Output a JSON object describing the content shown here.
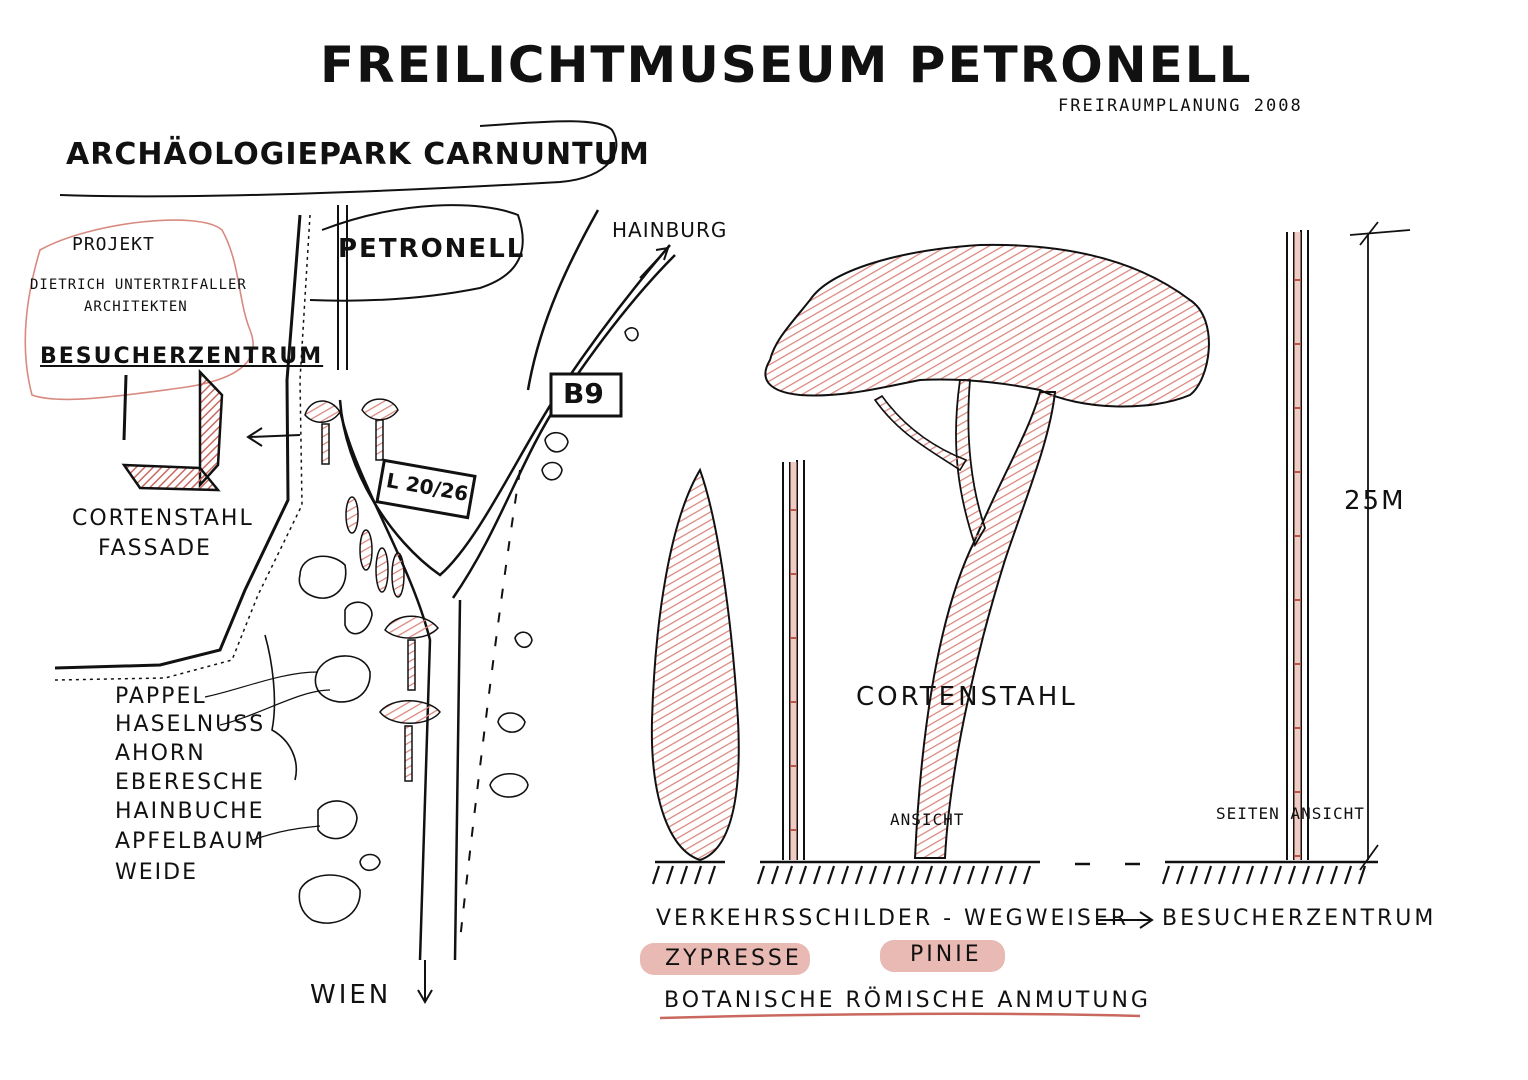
{
  "title": "FREILICHTMUSEUM PETRONELL",
  "subtitle": "FREIRAUMPLANUNG 2008",
  "park": "ARCHÄOLOGIEPARK CARNUNTUM",
  "project": {
    "line1": "PROJEKT",
    "line2": "DIETRICH UNTERTRIFALLER",
    "line3": "ARCHITEKTEN",
    "building": "BESUCHERZENTRUM"
  },
  "facade": {
    "line1": "CORTENSTAHL",
    "line2": "FASSADE"
  },
  "places": {
    "petronell": "PETRONELL",
    "hainburg": "HAINBURG",
    "wien": "WIEN"
  },
  "roads": {
    "b9": "B9",
    "l": "L 20/26"
  },
  "trees": [
    "PAPPEL",
    "HASELNUSS",
    "AHORN",
    "EBERESCHE",
    "HAINBUCHE",
    "APFELBAUM",
    "WEIDE"
  ],
  "elevation": {
    "material": "CORTENSTAHL",
    "view_front": "ANSICHT",
    "view_side": "SEITEN ANSICHT",
    "height": "25M"
  },
  "legend": {
    "signs": "VERKEHRSSCHILDER - WEGWEISER",
    "target": "BESUCHERZENTRUM",
    "cypress": "ZYPRESSE",
    "pine": "PINIE",
    "note": "BOTANISCHE RÖMISCHE ANMUTUNG"
  },
  "colors": {
    "ink": "#111111",
    "red": "#c8685e",
    "red_light": "#e4a8a0"
  }
}
